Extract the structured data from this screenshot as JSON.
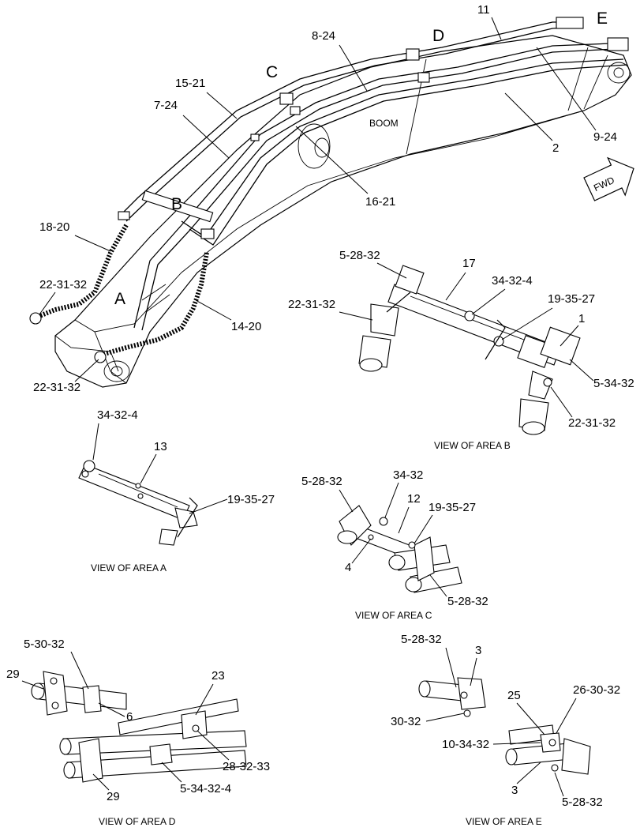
{
  "overview": {
    "boom_label": "BOOM",
    "fwd_label": "FWD",
    "areas": {
      "a": "A",
      "b": "B",
      "c": "C",
      "d": "D",
      "e": "E"
    },
    "callouts": {
      "c11": "11",
      "c8_24": "8-24",
      "c15_21": "15-21",
      "c7_24": "7-24",
      "c18_20": "18-20",
      "c22_31_32_left": "22-31-32",
      "c22_31_32_bottom": "22-31-32",
      "c14_20": "14-20",
      "c16_21": "16-21",
      "c2": "2",
      "c9_24": "9-24"
    }
  },
  "view_b": {
    "caption": "VIEW OF AREA B",
    "callouts": {
      "c5_28_32": "5-28-32",
      "c17": "17",
      "c34_32_4": "34-32-4",
      "c19_35_27": "19-35-27",
      "c22_31_32_left": "22-31-32",
      "c1": "1",
      "c5_34_32": "5-34-32",
      "c22_31_32_right": "22-31-32"
    }
  },
  "view_a": {
    "caption": "VIEW OF AREA A",
    "callouts": {
      "c34_32_4": "34-32-4",
      "c13": "13",
      "c19_35_27": "19-35-27"
    }
  },
  "view_c": {
    "caption": "VIEW OF AREA C",
    "callouts": {
      "c5_28_32_top": "5-28-32",
      "c34_32": "34-32",
      "c12": "12",
      "c19_35_27": "19-35-27",
      "c4": "4",
      "c5_28_32_bottom": "5-28-32"
    }
  },
  "view_d": {
    "caption": "VIEW OF AREA D",
    "callouts": {
      "c5_30_32": "5-30-32",
      "c29_top": "29",
      "c6": "6",
      "c23": "23",
      "c28_32_33": "28-32-33",
      "c5_34_32_4": "5-34-32-4",
      "c29_bottom": "29"
    }
  },
  "view_e": {
    "caption": "VIEW OF AREA E",
    "callouts": {
      "c5_28_32_top": "5-28-32",
      "c3_top": "3",
      "c30_32": "30-32",
      "c25": "25",
      "c26_30_32": "26-30-32",
      "c10_34_32": "10-34-32",
      "c3_bottom": "3",
      "c5_28_32_bottom": "5-28-32"
    }
  }
}
